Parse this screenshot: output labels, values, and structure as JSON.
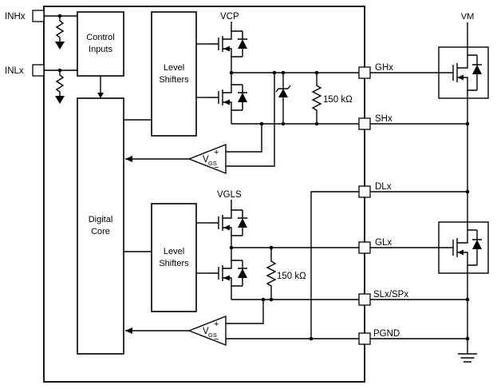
{
  "diagram": {
    "background": "#ffffff",
    "line_color": "#000000",
    "input_pins": [
      {
        "label": "INHx"
      },
      {
        "label": "INLx"
      }
    ],
    "output_pins": [
      {
        "label": "GHx"
      },
      {
        "label": "SHx"
      },
      {
        "label": "DLx"
      },
      {
        "label": "GLx"
      },
      {
        "label": "SLx/SPx"
      },
      {
        "label": "PGND"
      }
    ],
    "supply": {
      "vm": "VM",
      "vcp": "VCP",
      "vgls": "VGLS"
    },
    "blocks": {
      "control_inputs": {
        "line1": "Control",
        "line2": "Inputs"
      },
      "digital_core": {
        "line1": "Digital",
        "line2": "Core"
      },
      "level_shifters_high": {
        "line1": "Level",
        "line2": "Shifters"
      },
      "level_shifters_low": {
        "line1": "Level",
        "line2": "Shifters"
      }
    },
    "resistors": {
      "high_side": "150 kΩ",
      "low_side": "150 kΩ"
    },
    "comparators": {
      "high_side": {
        "symbol": "V",
        "subscript": "GS",
        "plus": "+",
        "minus": "−"
      },
      "low_side": {
        "symbol": "V",
        "subscript": "GS",
        "plus": "+",
        "minus": "−"
      }
    }
  }
}
